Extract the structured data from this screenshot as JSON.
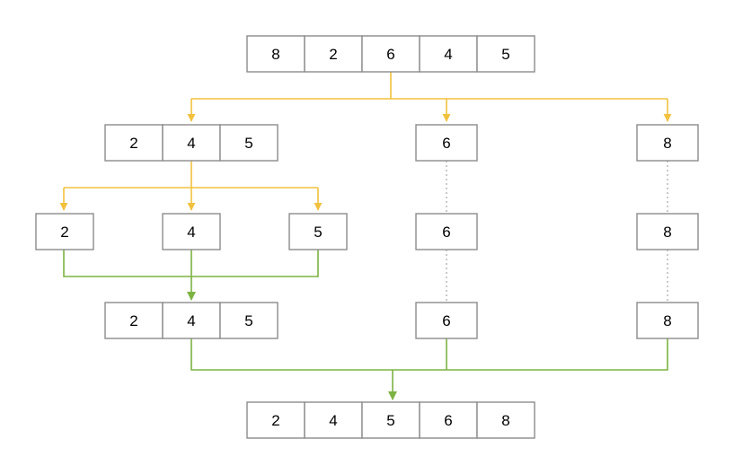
{
  "arrays": {
    "input": [
      "8",
      "2",
      "6",
      "4",
      "5"
    ],
    "split_left": [
      "2",
      "4",
      "5"
    ],
    "split_mid": [
      "6"
    ],
    "split_right": [
      "8"
    ],
    "leaf_1": [
      "2"
    ],
    "leaf_2": [
      "4"
    ],
    "leaf_3": [
      "5"
    ],
    "pass_mid": [
      "6"
    ],
    "pass_right": [
      "8"
    ],
    "merged_left": [
      "2",
      "4",
      "5"
    ],
    "merged_mid": [
      "6"
    ],
    "merged_right": [
      "8"
    ],
    "output": [
      "2",
      "4",
      "5",
      "6",
      "8"
    ]
  },
  "colors": {
    "split_arrow": "#f2c13d",
    "merge_arrow": "#7cb342",
    "pass_line": "#b4b4b4",
    "cell_border": "#8c8c8c"
  }
}
